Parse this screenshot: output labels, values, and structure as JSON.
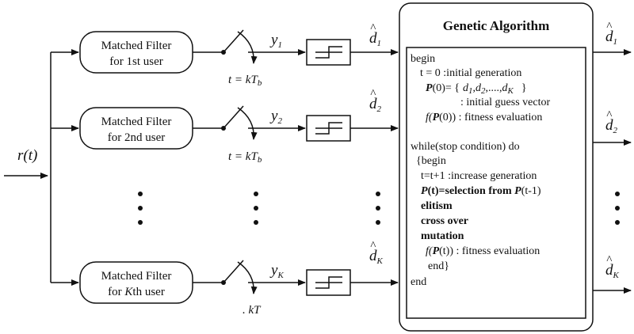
{
  "input": {
    "label": "r(t)"
  },
  "filters": [
    {
      "line1": "Matched Filter",
      "line2": "for 1st user"
    },
    {
      "line1": "Matched Filter",
      "line2": "for 2nd user"
    },
    {
      "line1": "Matched Filter",
      "line2_pre": "for ",
      "line2_it": "K",
      "line2_post": "th user"
    }
  ],
  "outputs": {
    "y": "y",
    "d": "d",
    "subs": [
      "1",
      "2",
      "K"
    ],
    "hat": "^"
  },
  "sampling": {
    "lhs": "t = ",
    "k": "k",
    "T": "T",
    "sub": "b",
    "partial": ". kT"
  },
  "ga": {
    "title": "Genetic Algorithm",
    "lines": {
      "begin": "begin",
      "t0": "t = 0 :initial generation",
      "p0_a": "P",
      "p0_b": "(0)= {",
      "p0_dots": ",....,",
      "p0_c": "}",
      "guess": ": initial guess vector",
      "f0_a": "f(",
      "f0_b": "P",
      "f0_c": "(0)) : fitness evaluation",
      "while": "while(stop condition) do",
      "begin2": "{begin",
      "inc": "t=t+1 :increase generation",
      "sel_a": "P",
      "sel_b": "(t)=selection from ",
      "sel_c": "P",
      "sel_d": "(t-1)",
      "elitism": "elitism",
      "cross": "cross over",
      "mutation": "mutation",
      "ft_a": "f(",
      "ft_b": "P",
      "ft_c": "(t)) : fitness evaluation",
      "end1": "end}",
      "end2": "end"
    }
  }
}
